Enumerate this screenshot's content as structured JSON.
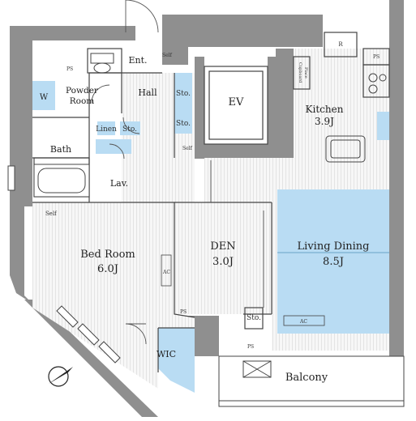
{
  "rooms": {
    "entrance": "Ent.",
    "hall": "Hall",
    "ev": "EV",
    "kitchen_name": "Kitchen",
    "kitchen_size": "3.9J",
    "powder_line1": "Powder",
    "powder_line2": "Room",
    "washer": "W",
    "linen": "Linen",
    "storage": "Sto.",
    "bath": "Bath",
    "lav": "Lav.",
    "bed_name": "Bed Room",
    "bed_size": "6.0J",
    "den_name": "DEN",
    "den_size": "3.0J",
    "living_name": "Living Dining",
    "living_size": "8.5J",
    "wic": "WIC",
    "balcony": "Balcony"
  },
  "marks": {
    "self": "Self",
    "ps": "PS",
    "ac": "AC",
    "r": "R",
    "cupboard_line1": "Cupboard",
    "cupboard_line2": "Place"
  },
  "colors": {
    "wall": "#8e8e8e",
    "floor_stripe": "#e6e6e6",
    "blue": "#b7dbf2",
    "line": "#444444"
  },
  "icons": [
    "compass-icon",
    "door-swing-icon",
    "bathtub-icon",
    "toilet-icon",
    "sink-icon",
    "stove-icon",
    "aircon-icon"
  ]
}
